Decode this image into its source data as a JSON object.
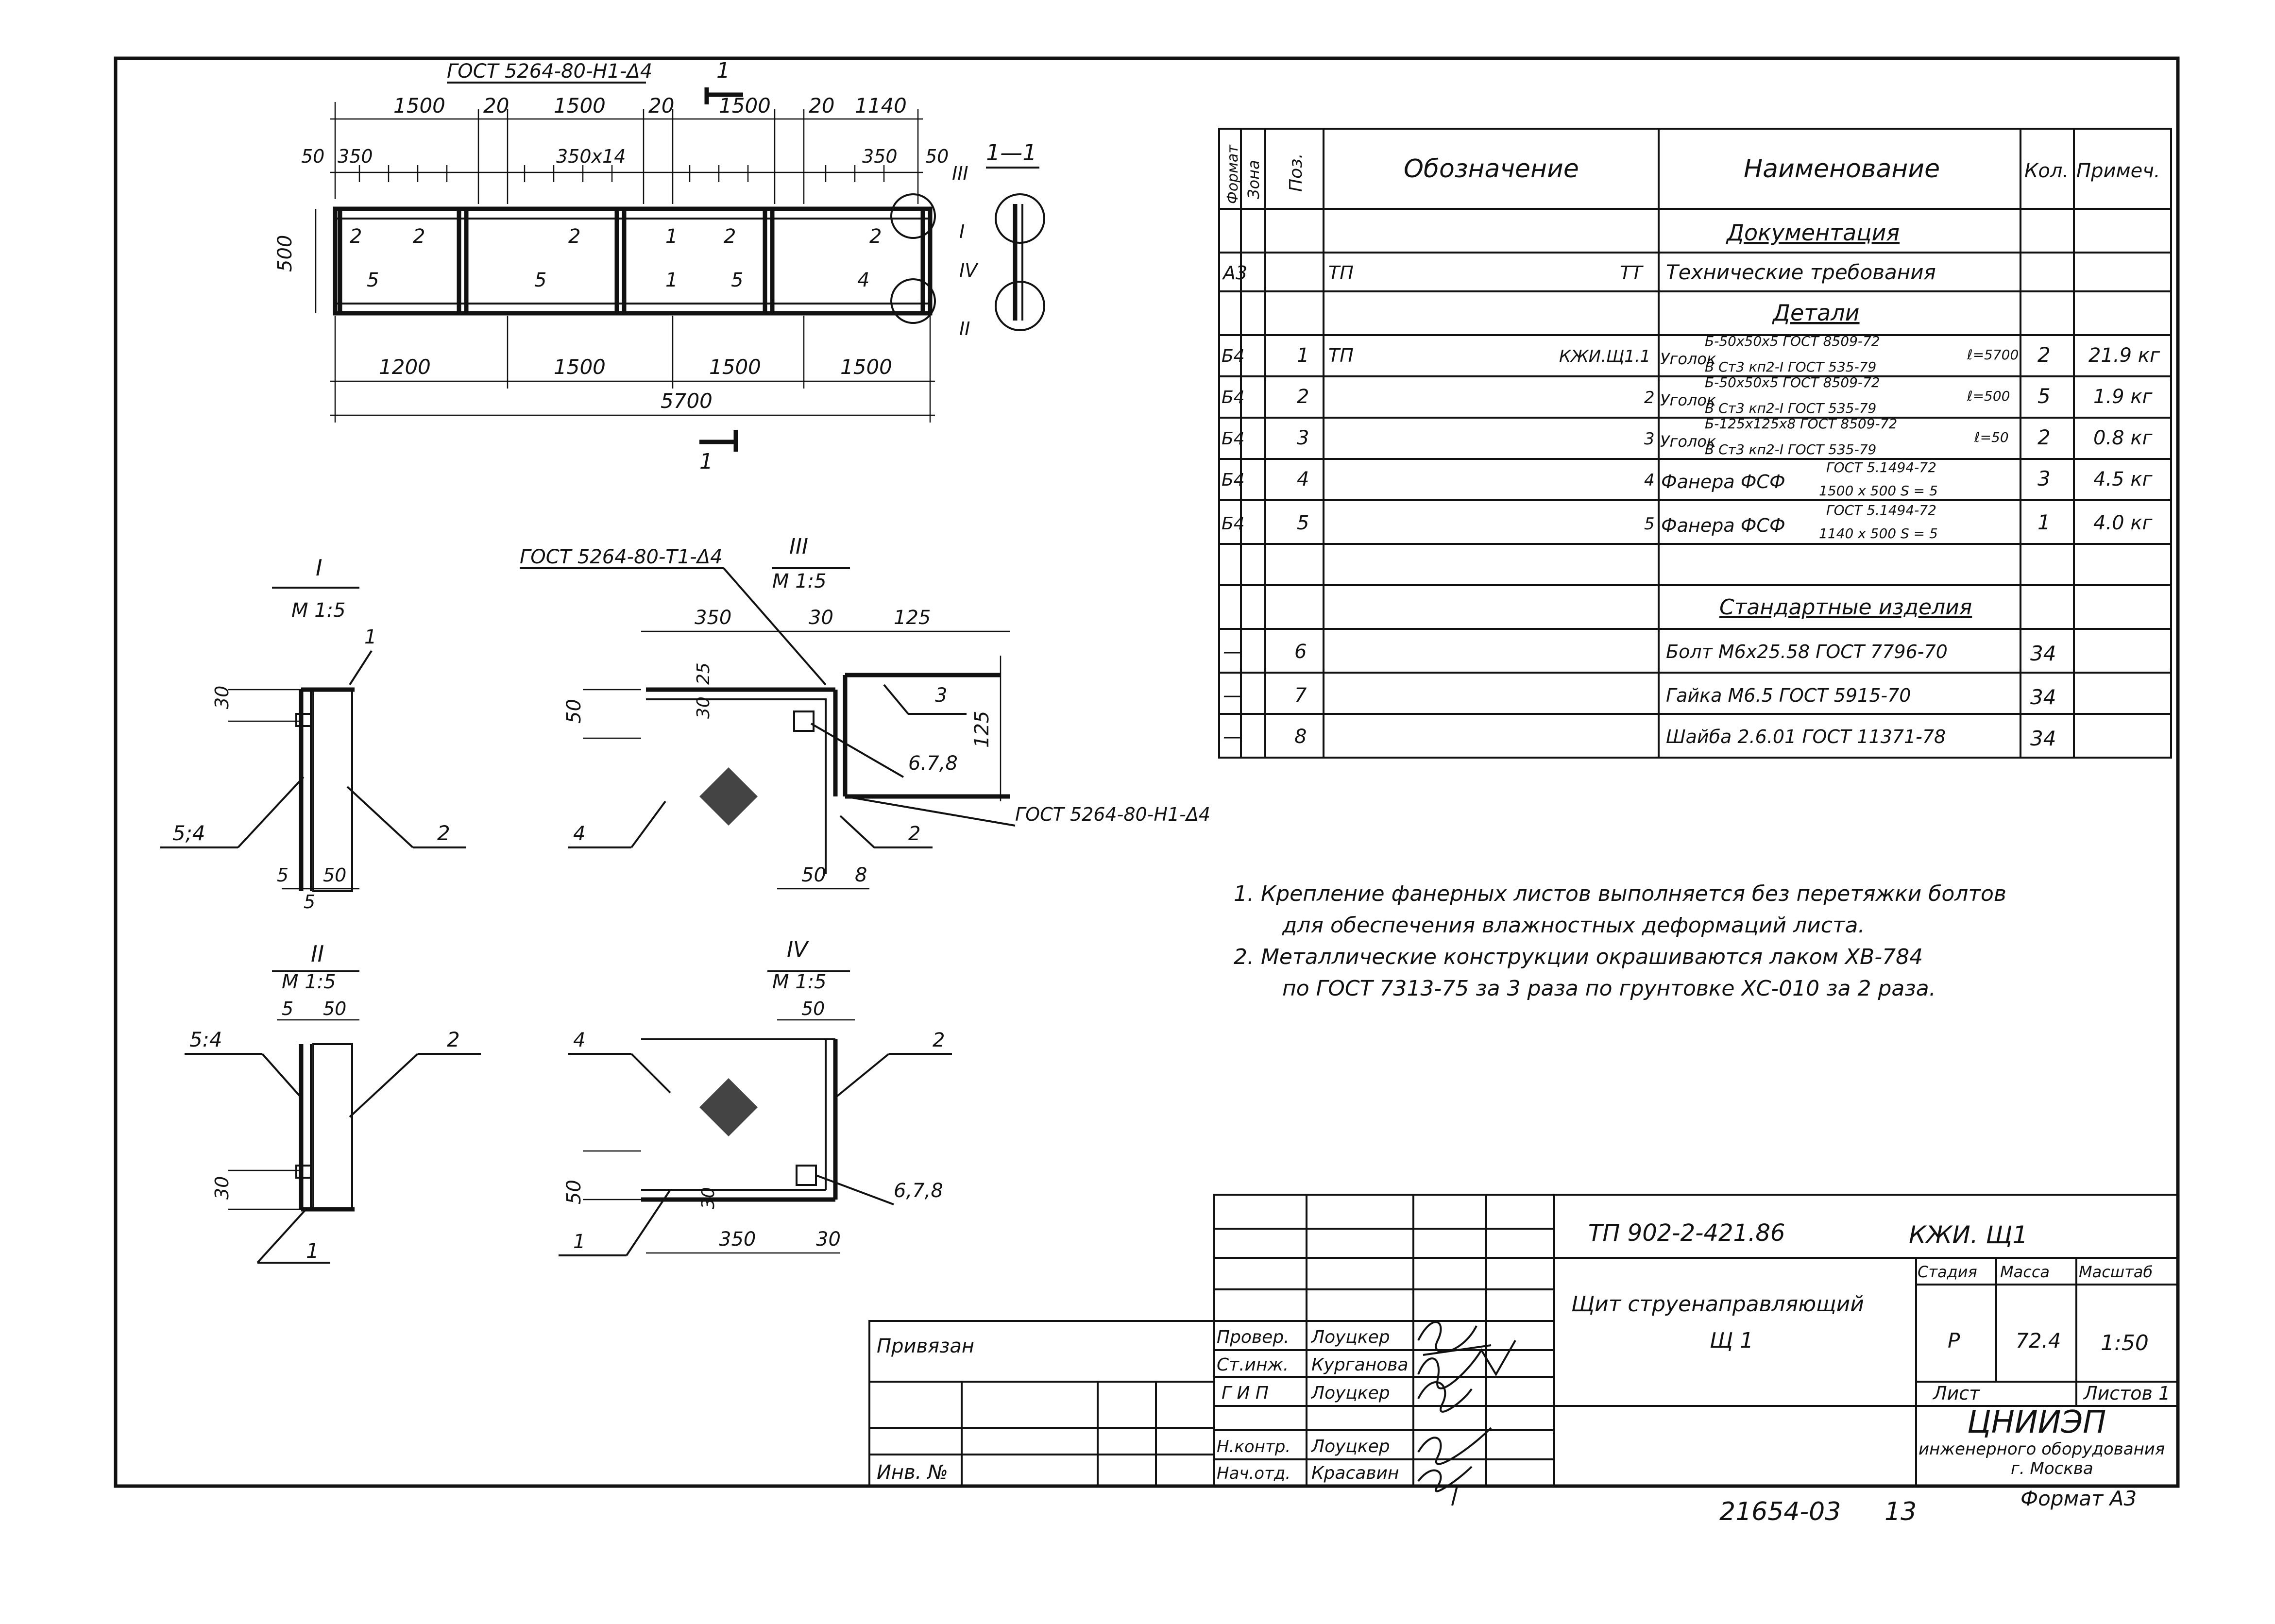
{
  "sheet": {
    "format": "Формат А3",
    "archive_number": "21654-03",
    "page_number": "13"
  },
  "plan": {
    "gost_top": "ГОСТ 5264-80-Н1-Δ4",
    "section_label": "1",
    "section_title": "1—1",
    "dims_top": [
      "1500",
      "20",
      "1500",
      "20",
      "1500",
      "20",
      "1140"
    ],
    "dim_50_left": "50",
    "dim_350_left": "350",
    "dim_350x14": "350х14",
    "dim_350_right": "350",
    "dim_50_right": "50",
    "dim_height": "500",
    "dims_bottom": [
      "1200",
      "1500",
      "1500",
      "1500"
    ],
    "dim_total": "5700",
    "pos_labels_top": [
      "2",
      "2",
      "2",
      "1",
      "2",
      "2"
    ],
    "pos_labels_bottom": [
      "5",
      "5",
      "1",
      "5",
      "4"
    ],
    "callouts": [
      "III",
      "I",
      "IV",
      "II"
    ]
  },
  "detail_I": {
    "title": "I",
    "scale": "М 1:5",
    "labels": [
      "1",
      "30",
      "5;4",
      "2",
      "5",
      "50",
      "5"
    ]
  },
  "detail_III": {
    "title": "III",
    "scale": "М 1:5",
    "gost_top": "ГОСТ 5264-80-Т1-Δ4",
    "gost_right": "ГОСТ 5264-80-Н1-Δ4",
    "dims": [
      "350",
      "30",
      "125",
      "25",
      "30",
      "50",
      "125",
      "50",
      "8"
    ],
    "labels": [
      "3",
      "6.7,8",
      "4",
      "2"
    ]
  },
  "detail_II": {
    "title": "II",
    "scale": "М 1:5",
    "dims": [
      "5",
      "50",
      "30"
    ],
    "labels": [
      "5:4",
      "2",
      "1"
    ]
  },
  "detail_IV": {
    "title": "IV",
    "scale": "М 1:5",
    "dims": [
      "50",
      "30",
      "50",
      "350",
      "30"
    ],
    "labels": [
      "4",
      "2",
      "6,7,8",
      "1"
    ]
  },
  "spec": {
    "headers": {
      "format": "Формат",
      "zone": "Зона",
      "pos": "Поз.",
      "designation": "Обозначение",
      "name": "Наименование",
      "qty": "Кол.",
      "note": "Примеч."
    },
    "section_docs": "Документация",
    "section_parts": "Детали",
    "section_standard": "Стандартные изделия",
    "doc_row": {
      "format": "А3",
      "designation": "ТП",
      "designation_right": "ТТ",
      "name": "Технические требования"
    },
    "parts": [
      {
        "format": "Б4",
        "pos": "1",
        "des_left": "ТП",
        "des_right": "КЖИ.Щ1.1",
        "name": "Уголок",
        "top": "Б-50х50х5 ГОСТ 8509-72",
        "bottom": "В Ст3 кп2-I ГОСТ 535-79",
        "len": "ℓ=5700",
        "qty": "2",
        "note": "21.9 кг"
      },
      {
        "format": "Б4",
        "pos": "2",
        "des_left": "",
        "des_right": "2",
        "name": "Уголок",
        "top": "Б-50х50х5 ГОСТ 8509-72",
        "bottom": "В Ст3 кп2-I ГОСТ 535-79",
        "len": "ℓ=500",
        "qty": "5",
        "note": "1.9 кг"
      },
      {
        "format": "Б4",
        "pos": "3",
        "des_left": "",
        "des_right": "3",
        "name": "Уголок",
        "top": "Б-125х125х8 ГОСТ 8509-72",
        "bottom": "В Ст3 кп2-I ГОСТ 535-79",
        "len": "ℓ=50",
        "qty": "2",
        "note": "0.8 кг"
      },
      {
        "format": "Б4",
        "pos": "4",
        "des_left": "",
        "des_right": "4",
        "name": "Фанера ФСФ",
        "top": "ГОСТ 5.1494-72",
        "bottom": "1500 х 500   S = 5",
        "len": "",
        "qty": "3",
        "note": "4.5 кг"
      },
      {
        "format": "Б4",
        "pos": "5",
        "des_left": "",
        "des_right": "5",
        "name": "Фанера ФСФ",
        "top": "ГОСТ 5.1494-72",
        "bottom": "1140 х 500   S = 5",
        "len": "",
        "qty": "1",
        "note": "4.0 кг"
      }
    ],
    "standard": [
      {
        "format": "—",
        "pos": "6",
        "name": "Болт М6х25.58 ГОСТ 7796-70",
        "qty": "34"
      },
      {
        "format": "—",
        "pos": "7",
        "name": "Гайка М6.5  ГОСТ 5915-70",
        "qty": "34"
      },
      {
        "format": "—",
        "pos": "8",
        "name": "Шайба 2.6.01 ГОСТ 11371-78",
        "qty": "34"
      }
    ]
  },
  "notes": [
    "1. Крепление фанерных листов выполняется без перетяжки болтов",
    "для обеспечения влажностных деформаций листа.",
    "2. Металлические конструкции окрашиваются лаком ХВ-784",
    "по ГОСТ 7313-75 за 3 раза по грунтовке ХС-010 за 2 раза."
  ],
  "title_block": {
    "doc_code": "ТП 902-2-421.86",
    "doc_suffix": "КЖИ. Щ1",
    "name_line1": "Щит струенаправляющий",
    "name_line2": "Щ 1",
    "stage_label": "Стадия",
    "mass_label": "Масса",
    "scale_label": "Масштаб",
    "stage": "Р",
    "mass": "72.4",
    "scale": "1:50",
    "sheet_label": "Лист",
    "sheets_label": "Листов 1",
    "org_name": "ЦНИИЭП",
    "org_sub": "инженерного оборудования",
    "org_city": "г. Москва",
    "bound_label": "Привязан",
    "inv_label": "Инв. №",
    "signers": [
      {
        "role": "Провер.",
        "name": "Лоуцкер"
      },
      {
        "role": "Ст.инж.",
        "name": "Курганова"
      },
      {
        "role": "Г И П",
        "name": "Лоуцкер"
      },
      {
        "role": "Н.контр.",
        "name": "Лоуцкер"
      },
      {
        "role": "Нач.отд.",
        "name": "Красавин"
      }
    ]
  }
}
